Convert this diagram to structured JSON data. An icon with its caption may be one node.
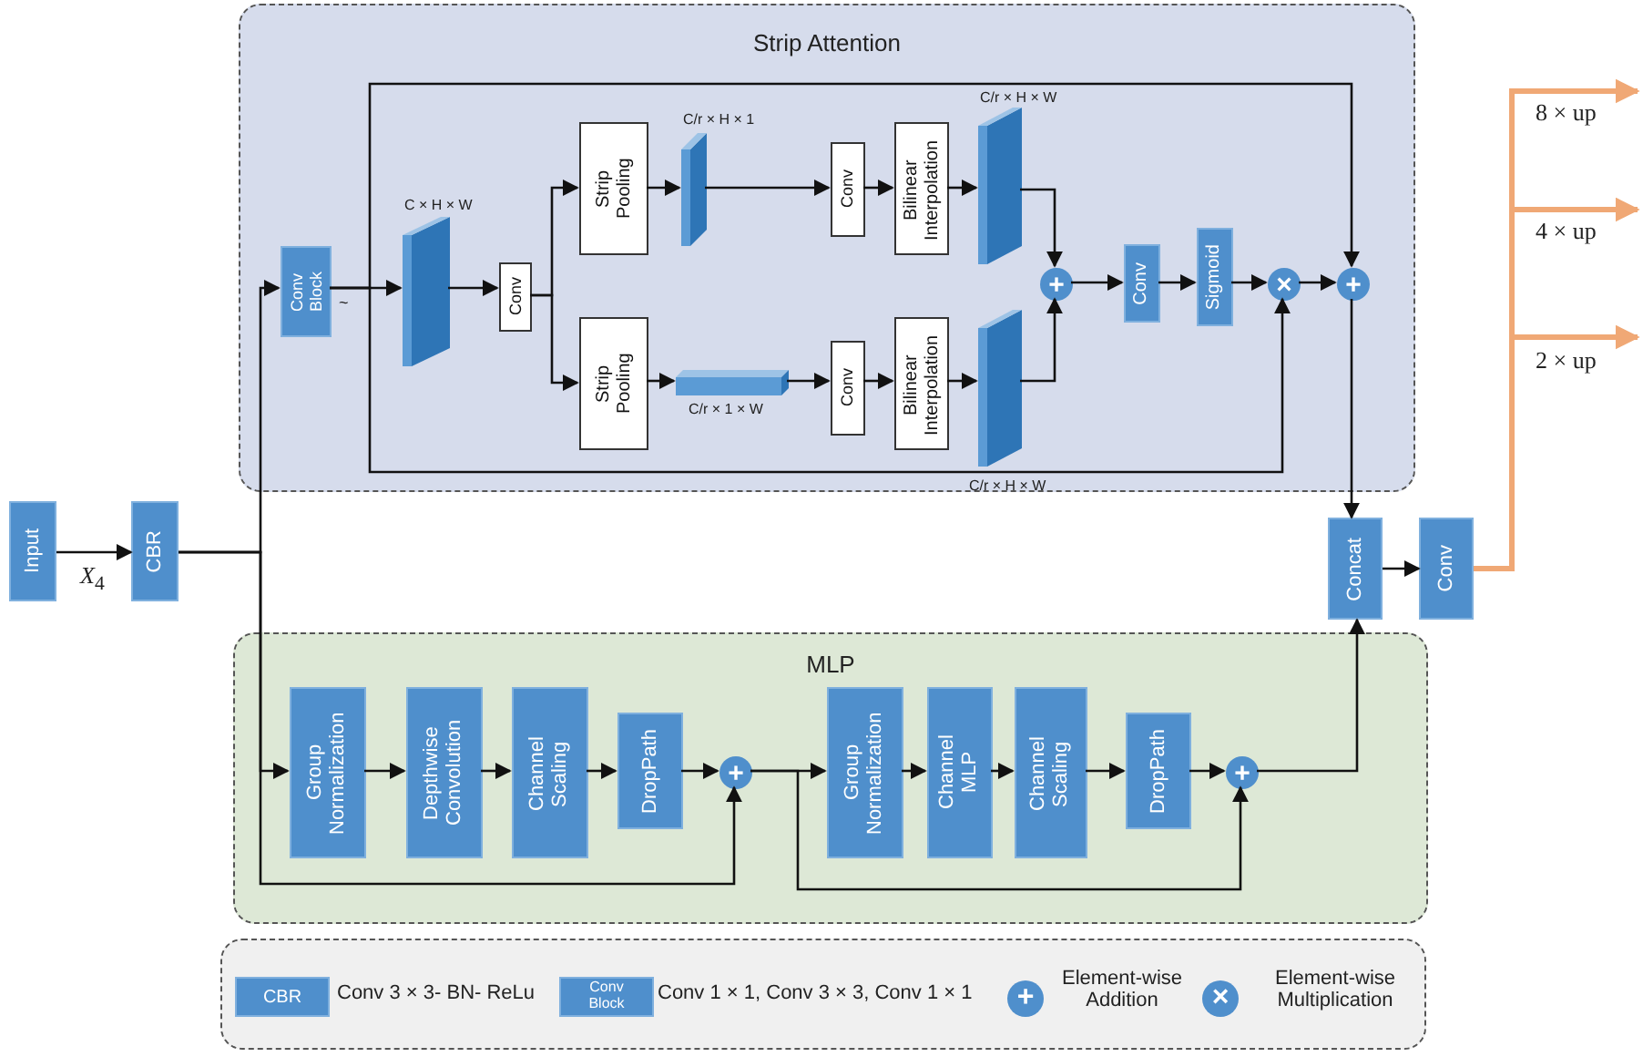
{
  "diagram": {
    "nodes": [
      {
        "text": [
          "Strip Attention"
        ]
      },
      {
        "text": [
          "Conv Block"
        ],
        "in": 0
      },
      {
        "text": [],
        "shape": "box",
        "in": 0,
        "beside": [
          "C × H × W"
        ]
      },
      {
        "text": [
          "Conv"
        ],
        "in": 0
      },
      {
        "text": [
          "Strip Pooling"
        ],
        "in": 0
      },
      {
        "text": [],
        "shape": "box",
        "in": 0,
        "beside": [
          "C/r × H × 1"
        ]
      },
      {
        "text": [
          "Conv"
        ],
        "in": 0
      },
      {
        "text": [
          "Bilinear Interpolation"
        ],
        "in": 0
      },
      {
        "text": [],
        "shape": "box",
        "in": 0,
        "beside": [
          "C/r × H × W"
        ]
      },
      {
        "text": [
          "Strip Pooling"
        ],
        "in": 0
      },
      {
        "text": [],
        "shape": "box",
        "in": 0,
        "beside": [
          "C/r × 1 × W"
        ]
      },
      {
        "text": [
          "Conv"
        ],
        "in": 0
      },
      {
        "text": [
          "Bilinear Interpolation"
        ],
        "in": 0
      },
      {
        "text": [],
        "shape": "box",
        "in": 0,
        "beside": [
          "C/r × H × W"
        ]
      },
      {
        "text": [
          "+"
        ],
        "in": 0
      },
      {
        "text": [
          "Conv"
        ],
        "in": 0
      },
      {
        "text": [
          "Sigmoid"
        ],
        "in": 0
      },
      {
        "text": [
          "×"
        ],
        "in": 0
      },
      {
        "text": [
          "+"
        ],
        "in": 0
      },
      {
        "text": [
          "Input"
        ]
      },
      {
        "text": [
          "CBR"
        ]
      },
      {
        "text": [
          "Concat"
        ]
      },
      {
        "text": [
          "Conv"
        ]
      },
      {
        "text": [
          "MLP"
        ]
      },
      {
        "text": [
          "Group Normalization"
        ],
        "in": 23
      },
      {
        "text": [
          "Depthwise Convolution"
        ],
        "in": 23
      },
      {
        "text": [
          "Channel Scaling"
        ],
        "in": 23
      },
      {
        "text": [
          "DropPath"
        ],
        "in": 23
      },
      {
        "text": [
          "+"
        ],
        "in": 23
      },
      {
        "text": [
          "Group Normalization"
        ],
        "in": 23
      },
      {
        "text": [
          "Channel MLP"
        ],
        "in": 23
      },
      {
        "text": [
          "Channel Scaling"
        ],
        "in": 23
      },
      {
        "text": [
          "DropPath"
        ],
        "in": 23
      },
      {
        "text": [
          "+"
        ],
        "in": 23
      },
      {
        "text": [],
        "shape": "box"
      },
      {
        "text": [
          "CBR"
        ],
        "in": 34,
        "beside": [
          "Conv 3 × 3- BN- ReLu"
        ]
      },
      {
        "text": [
          "Conv Block"
        ],
        "in": 34,
        "beside": [
          "Conv 1 × 1, Conv 3 × 3, Conv 1 × 1"
        ]
      },
      {
        "text": [
          "+"
        ],
        "in": 34,
        "beside": [
          "Element-wise Addition"
        ]
      },
      {
        "text": [
          "×"
        ],
        "in": 34,
        "beside": [
          "Element-wise Multiplication"
        ]
      }
    ],
    "edges": [
      {
        "from": 19,
        "to": 20,
        "arrow": "to",
        "label": "*X*$_{4}$"
      },
      {
        "from": 20,
        "to": 1,
        "arrow": "to"
      },
      {
        "from": 20,
        "to": 24,
        "arrow": "to"
      },
      {
        "from": 20,
        "to": 28,
        "arrow": "to"
      },
      {
        "from": 1,
        "to": 2,
        "arrow": "to"
      },
      {
        "from": 2,
        "to": 3,
        "arrow": "to"
      },
      {
        "from": 3,
        "to": 4,
        "arrow": "to"
      },
      {
        "from": 3,
        "to": 9,
        "arrow": "to"
      },
      {
        "from": 4,
        "to": 5,
        "arrow": "to"
      },
      {
        "from": 5,
        "to": 6,
        "arrow": "to"
      },
      {
        "from": 6,
        "to": 7,
        "arrow": "to"
      },
      {
        "from": 7,
        "to": 8,
        "arrow": "to"
      },
      {
        "from": 8,
        "to": 14,
        "arrow": "to"
      },
      {
        "from": 9,
        "to": 10,
        "arrow": "to"
      },
      {
        "from": 10,
        "to": 11,
        "arrow": "to"
      },
      {
        "from": 11,
        "to": 12,
        "arrow": "to"
      },
      {
        "from": 12,
        "to": 13,
        "arrow": "to"
      },
      {
        "from": 13,
        "to": 14,
        "arrow": "to"
      },
      {
        "from": 14,
        "to": 15,
        "arrow": "to"
      },
      {
        "from": 15,
        "to": 16,
        "arrow": "to"
      },
      {
        "from": 16,
        "to": 17,
        "arrow": "to"
      },
      {
        "from": 17,
        "to": 18,
        "arrow": "to"
      },
      {
        "from": 1,
        "to": 18,
        "arrow": "to"
      },
      {
        "from": 1,
        "to": 17,
        "arrow": "to"
      },
      {
        "from": 18,
        "to": 21,
        "arrow": "to"
      },
      {
        "from": 21,
        "to": 22,
        "arrow": "to"
      },
      {
        "from": 22,
        "to": null,
        "arrow": "to",
        "label": "8 × up",
        "style": "thick",
        "color": "#f0a875"
      },
      {
        "from": 22,
        "to": null,
        "arrow": "to",
        "label": "4 × up",
        "style": "thick",
        "color": "#f0a875"
      },
      {
        "from": 22,
        "to": null,
        "arrow": "to",
        "label": "2 × up",
        "style": "thick",
        "color": "#f0a875"
      },
      {
        "from": 24,
        "to": 25,
        "arrow": "to"
      },
      {
        "from": 25,
        "to": 26,
        "arrow": "to"
      },
      {
        "from": 26,
        "to": 27,
        "arrow": "to"
      },
      {
        "from": 27,
        "to": 28,
        "arrow": "to"
      },
      {
        "from": 28,
        "to": 29,
        "arrow": "to"
      },
      {
        "from": 29,
        "to": 30,
        "arrow": "to"
      },
      {
        "from": 30,
        "to": 31,
        "arrow": "to"
      },
      {
        "from": 31,
        "to": 32,
        "arrow": "to"
      },
      {
        "from": 32,
        "to": 33,
        "arrow": "to"
      },
      {
        "from": 28,
        "to": 33,
        "arrow": "to"
      },
      {
        "from": 33,
        "to": 21,
        "arrow": "to"
      }
    ],
    "labels": [
      "~"
    ]
  }
}
